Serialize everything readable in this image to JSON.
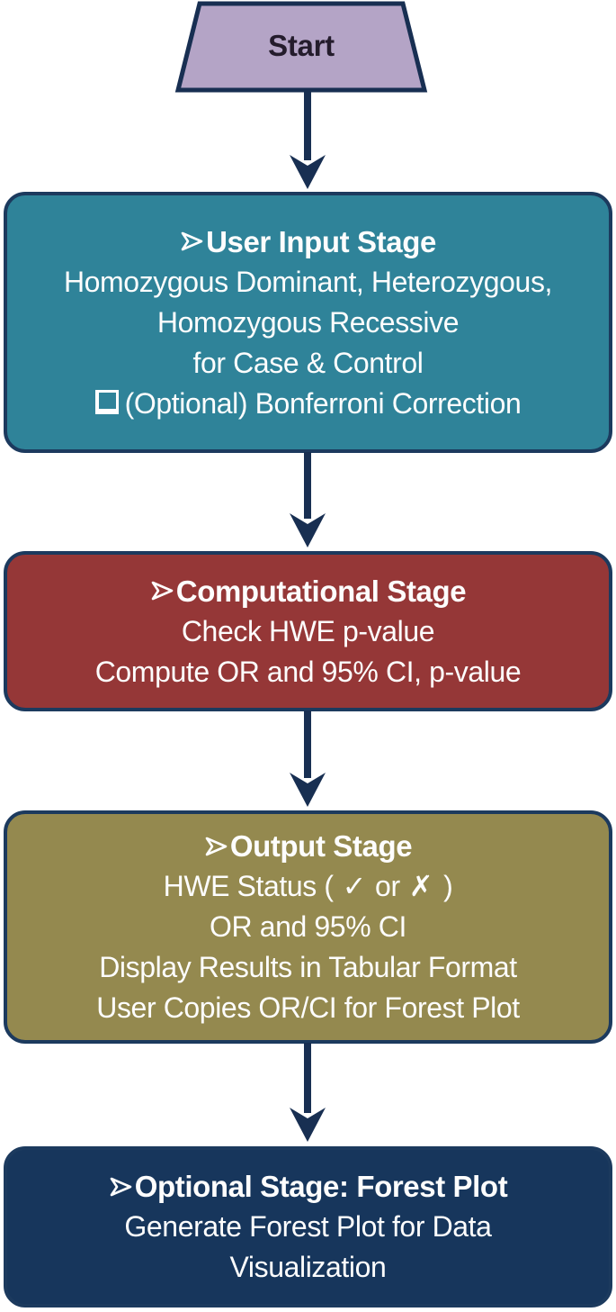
{
  "start_node": {
    "label": "Start"
  },
  "stages": [
    {
      "bullet_icon": "➢",
      "heading": "User Input Stage",
      "lines": [
        "Homozygous Dominant, Heterozygous,",
        "Homozygous Recessive",
        "for Case & Control"
      ],
      "checkbox_icon": "❑",
      "checkbox_text": "(Optional) Bonferroni Correction",
      "fill": "#2f8399"
    },
    {
      "bullet_icon": "➢",
      "heading": "Computational Stage",
      "lines": [
        "Check HWE p-value",
        "Compute OR and 95% CI, p-value"
      ],
      "fill": "#953737"
    },
    {
      "bullet_icon": "➢",
      "heading": "Output Stage",
      "hwe_line": {
        "prefix": "HWE Status (",
        "check_icon": "✓",
        "or_text": "or",
        "x_icon": "✗",
        "suffix": ")"
      },
      "lines": [
        "OR and 95% CI",
        "Display Results in Tabular Format",
        "User Copies OR/CI for Forest Plot"
      ],
      "fill": "#94894f"
    },
    {
      "bullet_icon": "➢",
      "heading": "Optional Stage: Forest Plot",
      "lines": [
        "Generate Forest Plot for Data",
        "Visualization"
      ],
      "fill": "#17365c"
    }
  ],
  "colors": {
    "start_fill": "#b4a4c6",
    "user_input_fill": "#2f8399",
    "computational_fill": "#953737",
    "output_fill": "#94894f",
    "optional_fill": "#17365c",
    "outline": "#1c3a5e",
    "arrow": "#182f52",
    "text_light": "#fdfdfd",
    "start_text": "#241c2c"
  }
}
